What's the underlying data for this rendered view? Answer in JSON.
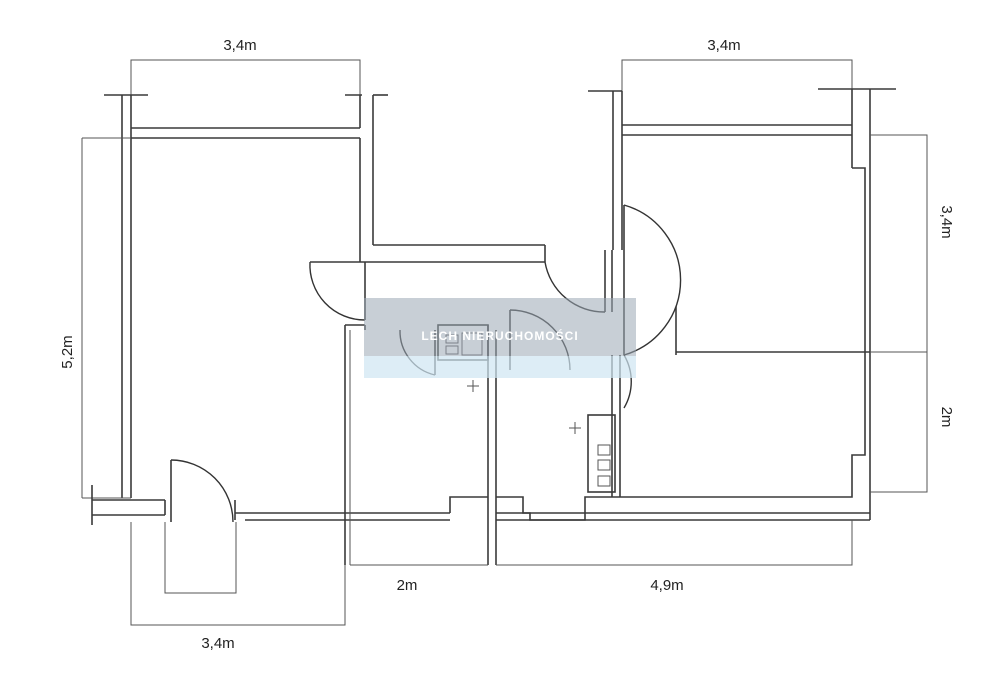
{
  "plan": {
    "dimensions": {
      "top_left_width": "3,4m",
      "top_right_width": "3,4m",
      "left_height": "5,2m",
      "right_upper_height": "3,4m",
      "right_lower_height": "2m",
      "bottom_middle_width": "2m",
      "bottom_right_width": "4,9m",
      "bottom_left_width": "3,4m"
    },
    "watermark": {
      "text": "LECH NIERUCHOMOŚCI",
      "colors": {
        "band": "#9aa8b4",
        "band_light": "#cfe6f2",
        "text": "#ffffff"
      }
    },
    "colors": {
      "wall": "#3a3a3a",
      "background": "#ffffff"
    }
  }
}
